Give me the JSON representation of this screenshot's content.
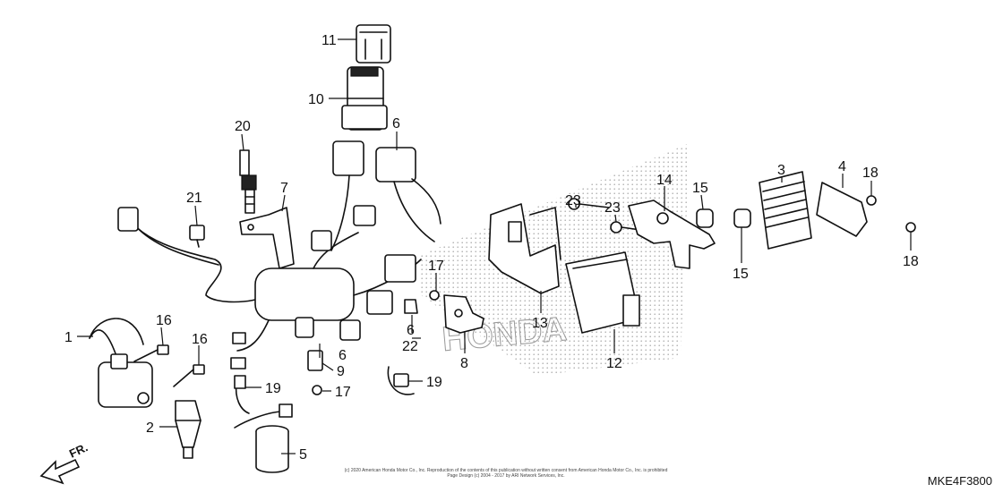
{
  "diagram_code": "MKE4F3800",
  "front_label": "FR.",
  "watermark": "HONDA",
  "copyright_line1": "(c) 2020 American Honda Motor Co., Inc. Reproduction of the contents of this publication without written consent from American Honda Motor Co., Inc. is prohibited",
  "copyright_line2": "Page Design (c) 2004 - 2017 by ARI Network Services, Inc.",
  "callouts": [
    {
      "id": "c1",
      "text": "1"
    },
    {
      "id": "c2",
      "text": "2"
    },
    {
      "id": "c3",
      "text": "3"
    },
    {
      "id": "c4",
      "text": "4"
    },
    {
      "id": "c5",
      "text": "5"
    },
    {
      "id": "c6a",
      "text": "6"
    },
    {
      "id": "c6b",
      "text": "6"
    },
    {
      "id": "c6c",
      "text": "6"
    },
    {
      "id": "c7",
      "text": "7"
    },
    {
      "id": "c8",
      "text": "8"
    },
    {
      "id": "c9",
      "text": "9"
    },
    {
      "id": "c10",
      "text": "10"
    },
    {
      "id": "c11",
      "text": "11"
    },
    {
      "id": "c12",
      "text": "12"
    },
    {
      "id": "c13",
      "text": "13"
    },
    {
      "id": "c14",
      "text": "14"
    },
    {
      "id": "c15a",
      "text": "15"
    },
    {
      "id": "c15b",
      "text": "15"
    },
    {
      "id": "c16a",
      "text": "16"
    },
    {
      "id": "c16b",
      "text": "16"
    },
    {
      "id": "c17a",
      "text": "17"
    },
    {
      "id": "c17b",
      "text": "17"
    },
    {
      "id": "c18a",
      "text": "18"
    },
    {
      "id": "c18b",
      "text": "18"
    },
    {
      "id": "c19a",
      "text": "19"
    },
    {
      "id": "c19b",
      "text": "19"
    },
    {
      "id": "c20",
      "text": "20"
    },
    {
      "id": "c21",
      "text": "21"
    },
    {
      "id": "c22",
      "text": "22"
    },
    {
      "id": "c23a",
      "text": "23"
    },
    {
      "id": "c23b",
      "text": "23"
    }
  ]
}
